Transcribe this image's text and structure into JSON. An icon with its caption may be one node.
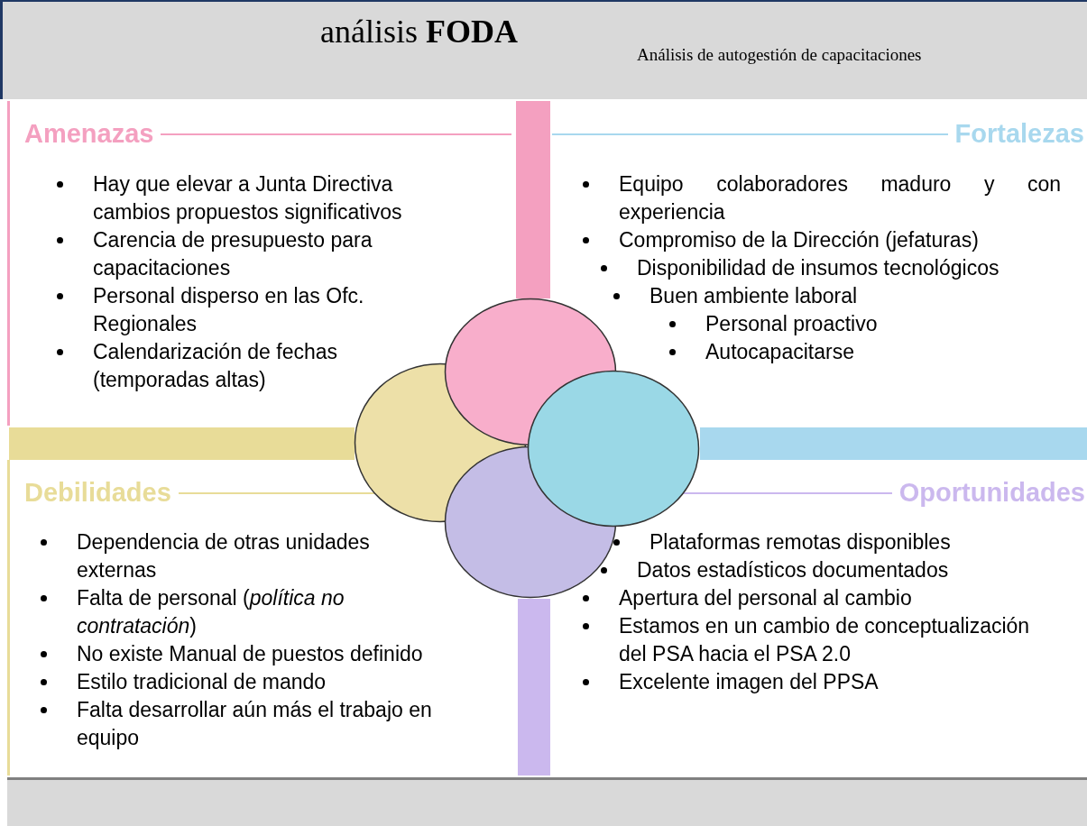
{
  "diagram": {
    "title": "análisis **FODA**",
    "nodes": [
      {
        "text": [
          "Amenazas",
          "Hay que elevar a Junta Directiva cambios propuestos significativos",
          "Carencia de presupuesto para capacitaciones",
          "Personal disperso en las Ofc. Regionales",
          "Calendarización de fechas (temporadas altas)"
        ]
      },
      {
        "text": [
          "Fortalezas",
          "Equipo colaboradores maduro y con experiencia",
          "Compromiso de la Dirección (jefaturas)",
          "Disponibilidad de insumos tecnológicos",
          "Buen ambiente laboral",
          "Personal proactivo",
          "Autocapacitarse"
        ]
      },
      {
        "text": [
          "Debilidades",
          "Dependencia de otras unidades externas",
          "Falta de personal (*política no contratación*)",
          "No existe Manual de puestos definido",
          "Estilo tradicional de mando",
          "Falta desarrollar aún más el trabajo en equipo"
        ]
      },
      {
        "text": [
          "Oportunidades",
          "Plataformas remotas disponibles",
          "Datos estadísticos documentados",
          "Apertura del personal al cambio",
          "Estamos en un cambio de conceptualización del PSA hacia el PSA 2.0",
          "Excelente imagen del PPSA"
        ]
      },
      {
        "text": [],
        "shape": "circle"
      },
      {
        "text": [],
        "shape": "circle"
      },
      {
        "text": [],
        "shape": "circle"
      },
      {
        "text": [],
        "shape": "circle"
      },
      {
        "text": [],
        "shape": "bar"
      },
      {
        "text": [],
        "shape": "bar"
      },
      {
        "text": [],
        "shape": "bar"
      },
      {
        "text": [],
        "shape": "bar"
      }
    ],
    "edges": [],
    "labels": [
      "Análisis de autogestión de capacitaciones"
    ]
  }
}
